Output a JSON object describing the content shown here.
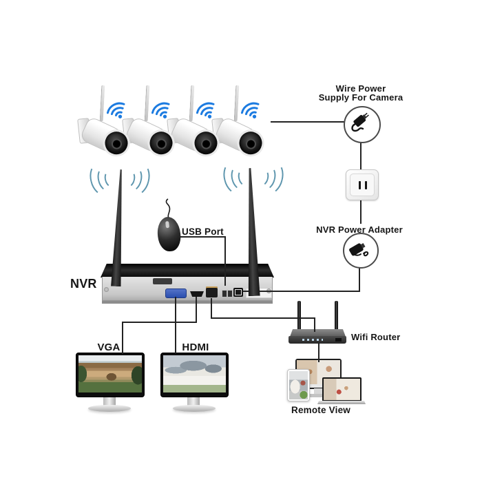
{
  "labels": {
    "wire_power_line1": "Wire Power",
    "wire_power_line2": "Supply For Camera",
    "nvr_power_adapter": "NVR Power Adapter",
    "usb_port": "USB Port",
    "nvr": "NVR",
    "vga": "VGA",
    "hdmi": "HDMI",
    "wifi_router": "Wifi Router",
    "remote_view": "Remote View"
  },
  "devices": {
    "camera_count": 4,
    "monitor_count": 2,
    "nvr_antenna_count": 2,
    "router_antenna_count": 2
  },
  "icons": {
    "camera_wifi_icon": "wifi-arcs-with-dot",
    "antenna_signal_icon": "radiating-side-arcs",
    "camera_power_adapter_icon": "plug-with-cable-in-circle",
    "nvr_power_adapter_icon": "adapter-brick-with-cord-in-circle",
    "outlet_icon": "two-slot-wall-socket",
    "mouse_icon": "usb-mouse"
  },
  "colors": {
    "background": "#ffffff",
    "line": "#222222",
    "text": "#151515",
    "camera_wifi_blue": "#1c7be0",
    "antenna_signal_blue": "#5e96ae",
    "vga_connector_blue": "#3b5cc0",
    "nvr_top_black": "#111111",
    "nvr_panel_gray": "#cccccc",
    "router_gray": "#3f3f3f"
  }
}
